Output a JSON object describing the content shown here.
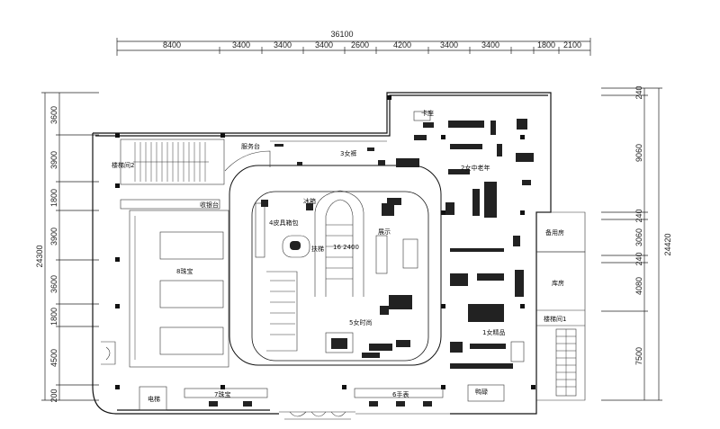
{
  "dimensions": {
    "total_top": "36100",
    "top": [
      "8400",
      "3400",
      "3400",
      "3400",
      "2600",
      "4200",
      "3400",
      "3400",
      "1800",
      "2100"
    ],
    "left_total": "24300",
    "left": [
      "3600",
      "3900",
      "1800",
      "3900",
      "3600",
      "1800",
      "4500",
      "200"
    ],
    "right_total": "24420",
    "right_inner": [
      "240",
      "9060",
      "240",
      "3060",
      "240",
      "4080",
      "7500"
    ]
  },
  "rooms": {
    "stair2": "楼梯间2",
    "service": "服务台",
    "women_pants": "3女裤",
    "middle_aged": "2女中老年",
    "cashier": "收银台",
    "leather": "4皮具箱包",
    "standby": "备用房",
    "jewelry": "8珠宝",
    "time": "5女时尚",
    "storage": "库房",
    "stair1": "楼梯间1",
    "boutique": "1女精品",
    "elevator": "电梯",
    "jewelry7": "7珠宝",
    "watches": "6手表",
    "toilet": "鸭碌",
    "escalator": "扶梯",
    "esc_dim": "16 2400",
    "small1": "冰箱",
    "small2": "展示",
    "small3": "卡座"
  }
}
